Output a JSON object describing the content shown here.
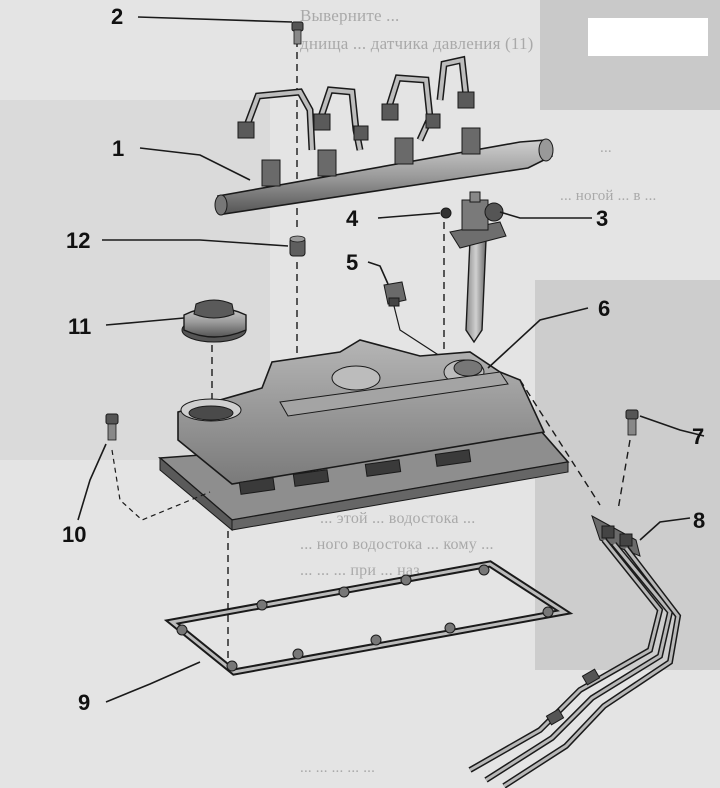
{
  "background_text": [
    "Выверните ...",
    "днища ... датчика давления (11)",
    "...",
    "... ногой ... в ...",
    "... этой ... водостока ...",
    "... ного водостока ... кому ...",
    "... ... ... при ... наз ...",
    "... ... ... ... ..."
  ],
  "callouts": [
    {
      "id": "1",
      "part": "fuel rail"
    },
    {
      "id": "2",
      "part": "bolt"
    },
    {
      "id": "3",
      "part": "injector clamp"
    },
    {
      "id": "4",
      "part": "clamp bolt"
    },
    {
      "id": "5",
      "part": "sensor"
    },
    {
      "id": "6",
      "part": "injector seat"
    },
    {
      "id": "7",
      "part": "bolt"
    },
    {
      "id": "8",
      "part": "pipe bracket"
    },
    {
      "id": "9",
      "part": "cover gasket"
    },
    {
      "id": "10",
      "part": "bolt"
    },
    {
      "id": "11",
      "part": "filler cap"
    },
    {
      "id": "12",
      "part": "spacer bushing"
    }
  ],
  "colors": {
    "background": "#e4e4e4",
    "part_fill": "#9c9c9c",
    "part_dark": "#4a4a4a",
    "outline": "#1a1a1a"
  }
}
